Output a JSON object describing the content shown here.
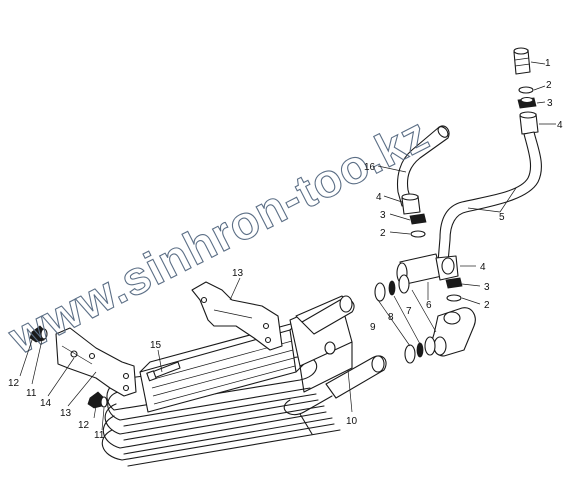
{
  "watermark": {
    "text": "www.sinhron-too.kz",
    "color": "#5c6f86"
  },
  "callouts": [
    {
      "id": "c1",
      "label": "1"
    },
    {
      "id": "c2a",
      "label": "2"
    },
    {
      "id": "c3a",
      "label": "3"
    },
    {
      "id": "c4a",
      "label": "4"
    },
    {
      "id": "c16",
      "label": "16"
    },
    {
      "id": "c4b",
      "label": "4"
    },
    {
      "id": "c3b",
      "label": "3"
    },
    {
      "id": "c2b",
      "label": "2"
    },
    {
      "id": "c5",
      "label": "5"
    },
    {
      "id": "c4c",
      "label": "4"
    },
    {
      "id": "c3c",
      "label": "3"
    },
    {
      "id": "c2c",
      "label": "2"
    },
    {
      "id": "c6",
      "label": "6"
    },
    {
      "id": "c7",
      "label": "7"
    },
    {
      "id": "c8",
      "label": "8"
    },
    {
      "id": "c9",
      "label": "9"
    },
    {
      "id": "c13a",
      "label": "13"
    },
    {
      "id": "c15",
      "label": "15"
    },
    {
      "id": "c10",
      "label": "10"
    },
    {
      "id": "c12a",
      "label": "12"
    },
    {
      "id": "c11a",
      "label": "11"
    },
    {
      "id": "c14",
      "label": "14"
    },
    {
      "id": "c13b",
      "label": "13"
    },
    {
      "id": "c12b",
      "label": "12"
    },
    {
      "id": "c11b",
      "label": "11"
    }
  ]
}
